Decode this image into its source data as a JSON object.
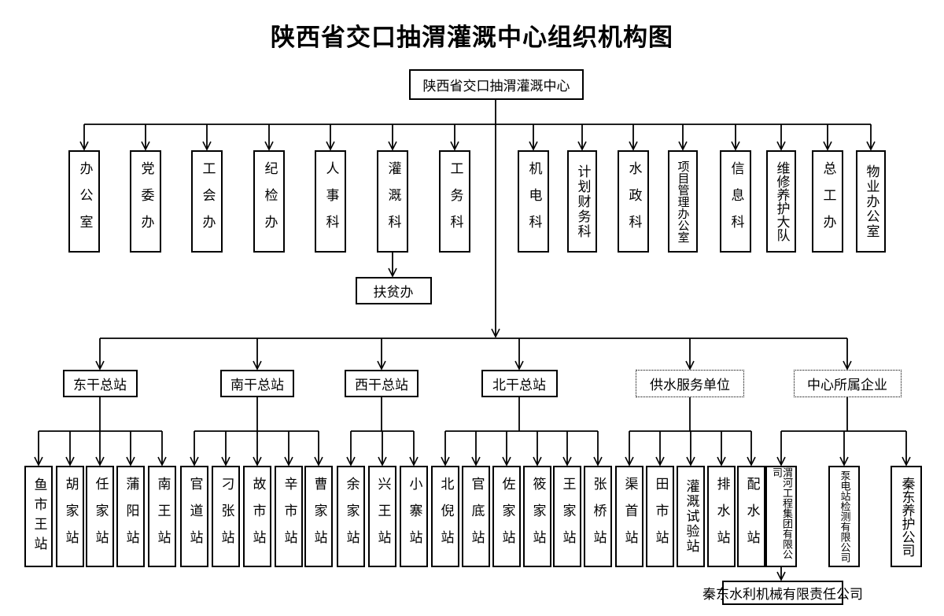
{
  "title": "陕西省交口抽渭灌溉中心组织机构图",
  "root": "陕西省交口抽渭灌溉中心",
  "departments": [
    "办公室",
    "党委办",
    "工会办",
    "纪检办",
    "人事科",
    "灌溉科",
    "工务科",
    "机电科",
    "计划财务科",
    "水政科",
    "项目管理办公室",
    "信息科",
    "维修养护大队",
    "总工办",
    "物业办公室"
  ],
  "sub_department": "扶贫办",
  "stations": [
    "东干总站",
    "南干总站",
    "西干总站",
    "北干总站",
    "供水服务单位",
    "中心所属企业"
  ],
  "units": {
    "dong": [
      "鱼市王站",
      "胡家站",
      "任家站",
      "蒲阳站",
      "南王站"
    ],
    "nan": [
      "官道站",
      "刁张站",
      "故市站",
      "辛市站",
      "曹家站"
    ],
    "xi": [
      "余家站",
      "兴王站",
      "小寨站"
    ],
    "bei": [
      "北倪站",
      "官底站",
      "佐家站",
      "筱家站",
      "王家站",
      "张桥站"
    ],
    "gongshui": [
      "渠首站",
      "田市站",
      "灌溉试验站",
      "排水站",
      "配水站"
    ],
    "qiye": [
      "渭河工程集团有限公司",
      "泵电站检测有限公司",
      "秦东养护公司"
    ]
  },
  "subsidiary": "秦东水利机械有限责任公司"
}
